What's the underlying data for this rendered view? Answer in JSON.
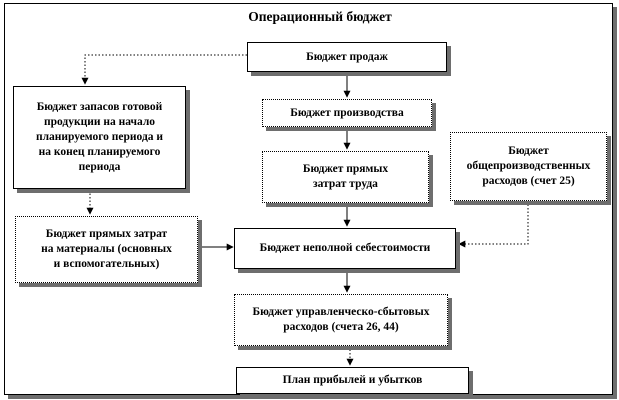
{
  "title": "Операционный бюджет",
  "boxes": {
    "sales": "Бюджет продаж",
    "finished_goods": "Бюджет запасов готовой\nпродукции  на начало\nпланируемого  периода и\nна конец  планируемого\nпериода",
    "production": "Бюджет производства",
    "direct_labor": "Бюджет прямых\nзатрат труда",
    "overhead": "Бюджет\nобщепроизводственных\nрасходов (счет 25)",
    "direct_materials": "Бюджет прямых затрат\nна материалы (основных\nи вспомогательных)",
    "partial_cost": "Бюджет неполной  себестоимости",
    "admin_selling": "Бюджет управленческо-сбытовых\nрасходов (счета 26, 44)",
    "profit_loss": "План прибылей  и убытков"
  }
}
